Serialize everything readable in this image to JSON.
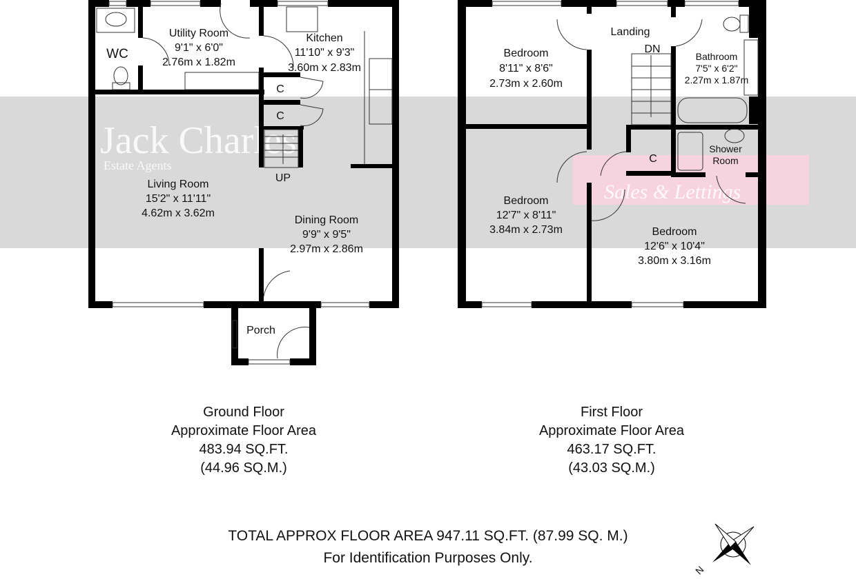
{
  "watermark": {
    "brand": "Jack Charles",
    "tagline": "Estate Agents",
    "sub": "Sales & Lettings",
    "band_color": "#d9d9d9",
    "pink_color": "#f7d3e0"
  },
  "ground_floor": {
    "rooms": [
      {
        "name": "WC"
      },
      {
        "name": "Utility Room",
        "imperial": "9'1\" x 6'0\"",
        "metric": "2.76m x 1.82m"
      },
      {
        "name": "Kitchen",
        "imperial": "11'10\" x 9'3\"",
        "metric": "3.60m x 2.83m"
      },
      {
        "name": "C"
      },
      {
        "name": "C"
      },
      {
        "name": "UP"
      },
      {
        "name": "Living Room",
        "imperial": "15'2\" x 11'11\"",
        "metric": "4.62m x 3.62m"
      },
      {
        "name": "Dining Room",
        "imperial": "9'9\" x 9'5\"",
        "metric": "2.97m x 2.86m"
      },
      {
        "name": "Porch"
      }
    ],
    "caption": {
      "title": "Ground Floor",
      "subtitle": "Approximate Floor Area",
      "sqft": "483.94 SQ.FT.",
      "sqm": "(44.96 SQ.M.)"
    }
  },
  "first_floor": {
    "rooms": [
      {
        "name": "Landing"
      },
      {
        "name": "DN"
      },
      {
        "name": "Bedroom",
        "imperial": "8'11\" x 8'6\"",
        "metric": "2.73m x 2.60m"
      },
      {
        "name": "Bathroom",
        "imperial": "7'5\" x 6'2\"",
        "metric": "2.27m x 1.87m"
      },
      {
        "name": "C"
      },
      {
        "name": "Shower",
        "name2": "Room"
      },
      {
        "name": "Bedroom",
        "imperial": "12'7\" x 8'11\"",
        "metric": "3.84m x 2.73m"
      },
      {
        "name": "Bedroom",
        "imperial": "12'6\" x 10'4\"",
        "metric": "3.80m x 3.16m"
      }
    ],
    "caption": {
      "title": "First Floor",
      "subtitle": "Approximate Floor Area",
      "sqft": "463.17 SQ.FT.",
      "sqm": "(43.03 SQ.M.)"
    }
  },
  "footer": {
    "total": "TOTAL APPROX FLOOR AREA 947.11 SQ.FT. (87.99 SQ. M.)",
    "note": "For Identification Purposes Only."
  },
  "compass": {
    "label": "N",
    "icon": "compass-rose-icon"
  }
}
